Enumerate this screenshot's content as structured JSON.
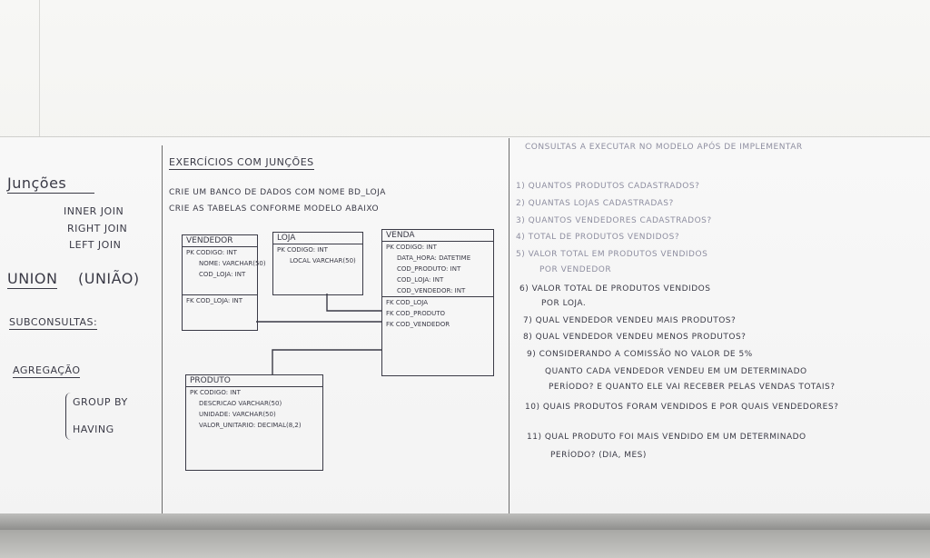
{
  "left_topics": {
    "juncoes": "Junções",
    "inner_join": "INNER JOIN",
    "right_join": "RIGHT JOIN",
    "left_join": "LEFT JOIN",
    "union": "UNION",
    "uniao": "(UNIÃO)",
    "subconsultas": "SUBCONSULTAS:",
    "agregacao": "AGREGAÇÃO",
    "group_by": "GROUP BY",
    "having": "HAVING"
  },
  "middle": {
    "title": "EXERCÍCIOS COM JUNÇÕES",
    "instruction_1": "CRIE UM BANCO DE DADOS COM NOME BD_LOJA",
    "instruction_2": "CRIE AS TABELAS CONFORME MODELO ABAIXO",
    "entities": {
      "vendedor": {
        "title": "VENDEDOR",
        "rows": [
          "PK CODIGO: INT",
          "NOME: VARCHAR(50)",
          "COD_LOJA: INT"
        ],
        "fk": "FK COD_LOJA: INT"
      },
      "loja": {
        "title": "LOJA",
        "rows": [
          "PK CODIGO: INT",
          "LOCAL VARCHAR(50)"
        ]
      },
      "venda": {
        "title": "VENDA",
        "rows": [
          "PK CODIGO: INT",
          "DATA_HORA: DATETIME",
          "COD_PRODUTO: INT",
          "COD_LOJA: INT",
          "COD_VENDEDOR: INT"
        ],
        "fks": [
          "FK COD_LOJA",
          "FK COD_PRODUTO",
          "FK COD_VENDEDOR"
        ]
      },
      "produto": {
        "title": "PRODUTO",
        "rows": [
          "PK CODIGO: INT",
          "DESCRICAO VARCHAR(50)",
          "UNIDADE: VARCHAR(50)",
          "VALOR_UNITARIO: DECIMAL(8,2)"
        ]
      }
    }
  },
  "right": {
    "title": "CONSULTAS A EXECUTAR NO MODELO APÓS DE IMPLEMENTAR",
    "questions": [
      "1) QUANTOS PRODUTOS CADASTRADOS?",
      "2) QUANTAS LOJAS CADASTRADAS?",
      "3) QUANTOS VENDEDORES CADASTRADOS?",
      "4) TOTAL DE PRODUTOS VENDIDOS?",
      "5) VALOR TOTAL EM PRODUTOS VENDIDOS",
      "POR VENDEDOR",
      "6) VALOR TOTAL DE PRODUTOS VENDIDOS",
      "POR LOJA.",
      "7) QUAL VENDEDOR VENDEU MAIS PRODUTOS?",
      "8) QUAL VENDEDOR VENDEU MENOS PRODUTOS?",
      "9) CONSIDERANDO A COMISSÃO NO VALOR DE 5%",
      "QUANTO CADA VENDEDOR VENDEU EM UM DETERMINADO",
      "PERÍODO? E QUANTO ELE VAI RECEBER PELAS VENDAS TOTAIS?",
      "10) QUAIS PRODUTOS FORAM VENDIDOS E POR QUAIS VENDEDORES?",
      "11) QUAL PRODUTO FOI MAIS VENDIDO EM UM DETERMINADO",
      "PERÍODO? (DIA, MES)"
    ]
  }
}
